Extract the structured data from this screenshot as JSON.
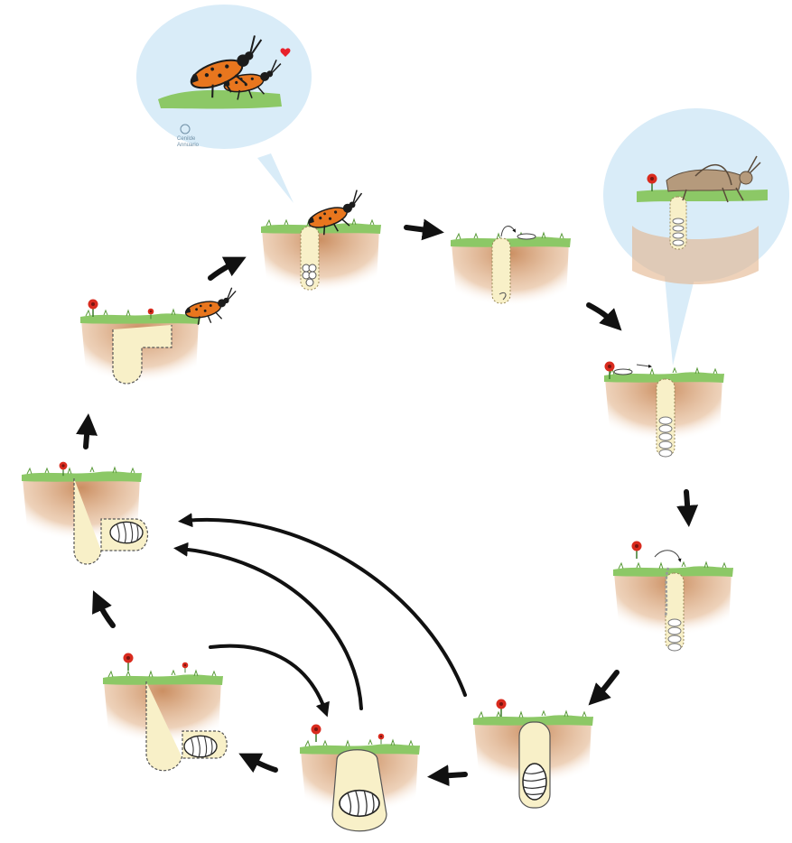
{
  "figure": {
    "credit_line1": "Cenilde",
    "credit_line2": "Annuario",
    "colors": {
      "background": "#ffffff",
      "sky_bubble": "#d9ecf8",
      "grass": "#8cc866",
      "soil": "#c8895a",
      "burrow": "#f8f0c8",
      "beetle_orange": "#e8761e",
      "beetle_black": "#1c1c1c",
      "flower": "#d92b1e",
      "arrow": "#111111",
      "grasshopper": "#b59a7c",
      "heart": "#e8212b"
    },
    "stages": [
      {
        "id": "adult-beetle-laying-eggs",
        "icon": "beetle-with-egg-cluster"
      },
      {
        "id": "first-instar-larva-emerging",
        "icon": "triungulin-larva"
      },
      {
        "id": "larva-searching-grasshopper-eggs",
        "icon": "triungulin-larva"
      },
      {
        "id": "larva-entering-egg-pod",
        "icon": "triungulin-larva"
      },
      {
        "id": "larva-feeding-on-egg-pod",
        "icon": "grub-larva"
      },
      {
        "id": "coarctate-larva",
        "icon": "grub-larva"
      },
      {
        "id": "grub-in-burrow",
        "icon": "grub-larva"
      },
      {
        "id": "pupa-in-burrow",
        "icon": "pupa"
      },
      {
        "id": "adult-emerging-from-burrow",
        "icon": "beetle"
      }
    ],
    "callouts": [
      {
        "id": "mating-bubble",
        "icon": "mating-beetles"
      },
      {
        "id": "grasshopper-bubble",
        "icon": "grasshopper-laying-eggs"
      }
    ]
  }
}
